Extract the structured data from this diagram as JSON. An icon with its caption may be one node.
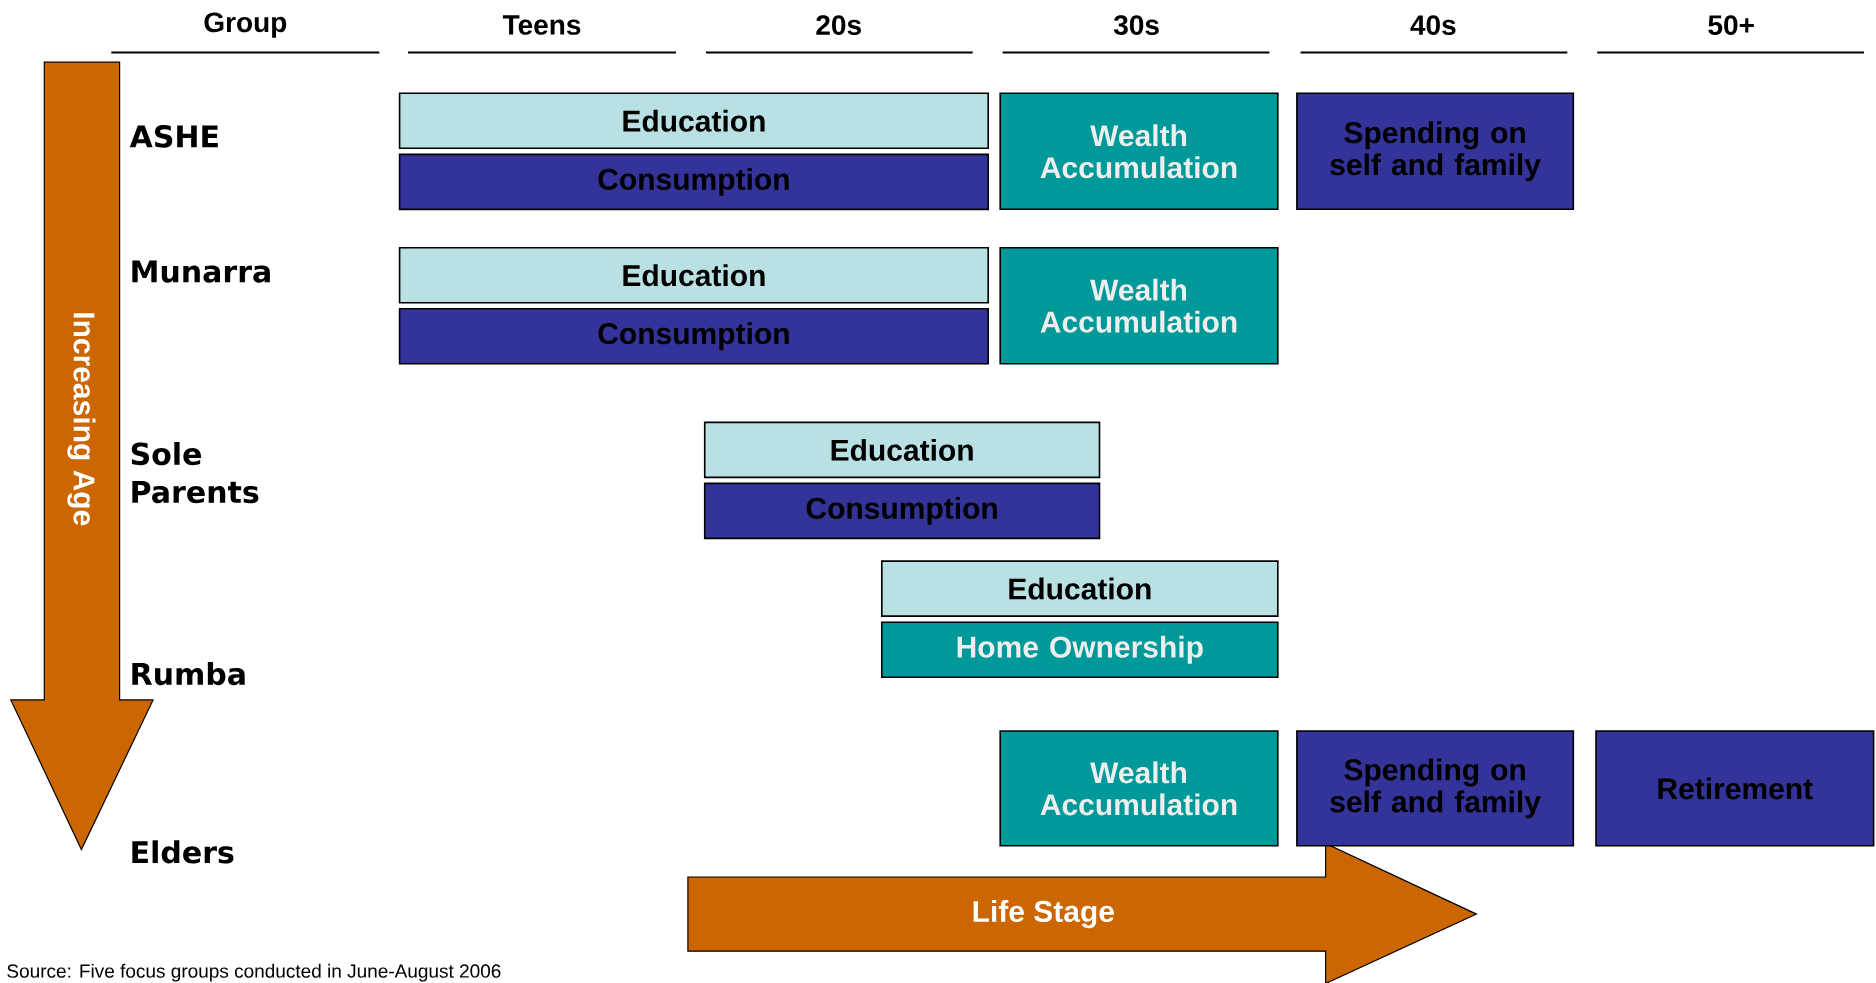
{
  "diagram": {
    "nodes": [
      {
        "text": [
          "Education"
        ]
      },
      {
        "text": [
          "Consumption"
        ]
      },
      {
        "text": [
          "Wealth Accumulation"
        ]
      },
      {
        "text": [
          "Spending on self and family"
        ]
      },
      {
        "text": [
          "Education"
        ]
      },
      {
        "text": [
          "Consumption"
        ]
      },
      {
        "text": [
          "Wealth Accumulation"
        ]
      },
      {
        "text": [
          "Education"
        ]
      },
      {
        "text": [
          "Consumption"
        ]
      },
      {
        "text": [
          "Education"
        ]
      },
      {
        "text": [
          "Home Ownership"
        ]
      },
      {
        "text": [
          "Wealth Accumulation"
        ]
      },
      {
        "text": [
          "Spending on self and family"
        ]
      },
      {
        "text": [
          "Retirement"
        ]
      },
      {
        "text": [
          "Increasing Age"
        ]
      },
      {
        "text": [
          "Life Stage"
        ]
      }
    ],
    "labels": [
      "Group",
      "Teens",
      "20s",
      "30s",
      "40s",
      "50+",
      "ASHE",
      "Munarra",
      "Sole Parents",
      "Rumba",
      "Elders"
    ],
    "caption": "Source:  Five focus groups conducted in June-August 2006"
  }
}
